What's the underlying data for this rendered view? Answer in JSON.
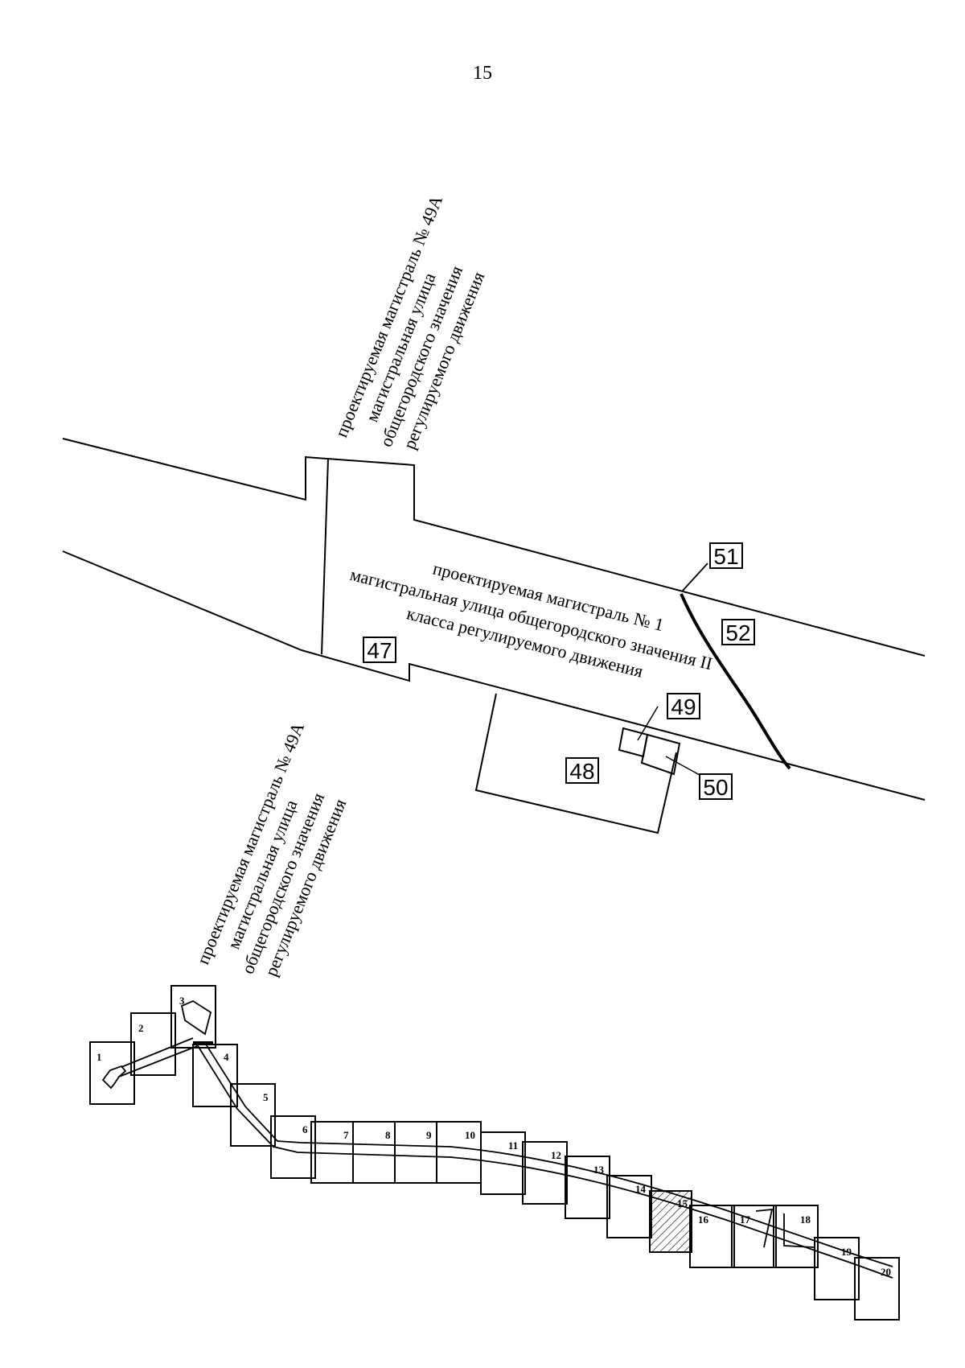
{
  "page_number": "15",
  "road_49a_label": {
    "line1": "проектируемая магистраль № 49А",
    "line2": "магистральная улица",
    "line3": "общегородского значения",
    "line4": "регулируемого движения"
  },
  "road_1_label": {
    "line1": "проектируемая магистраль № 1",
    "line2": "магистральная улица общегородского значения II",
    "line3": "класса регулируемого движения"
  },
  "parcels": [
    "47",
    "48",
    "49",
    "50",
    "51",
    "52"
  ],
  "sheets": [
    "1",
    "2",
    "3",
    "4",
    "5",
    "6",
    "7",
    "8",
    "9",
    "10",
    "11",
    "12",
    "13",
    "14",
    "15",
    "16",
    "17",
    "18",
    "19",
    "20"
  ],
  "highlighted_sheet": "15"
}
